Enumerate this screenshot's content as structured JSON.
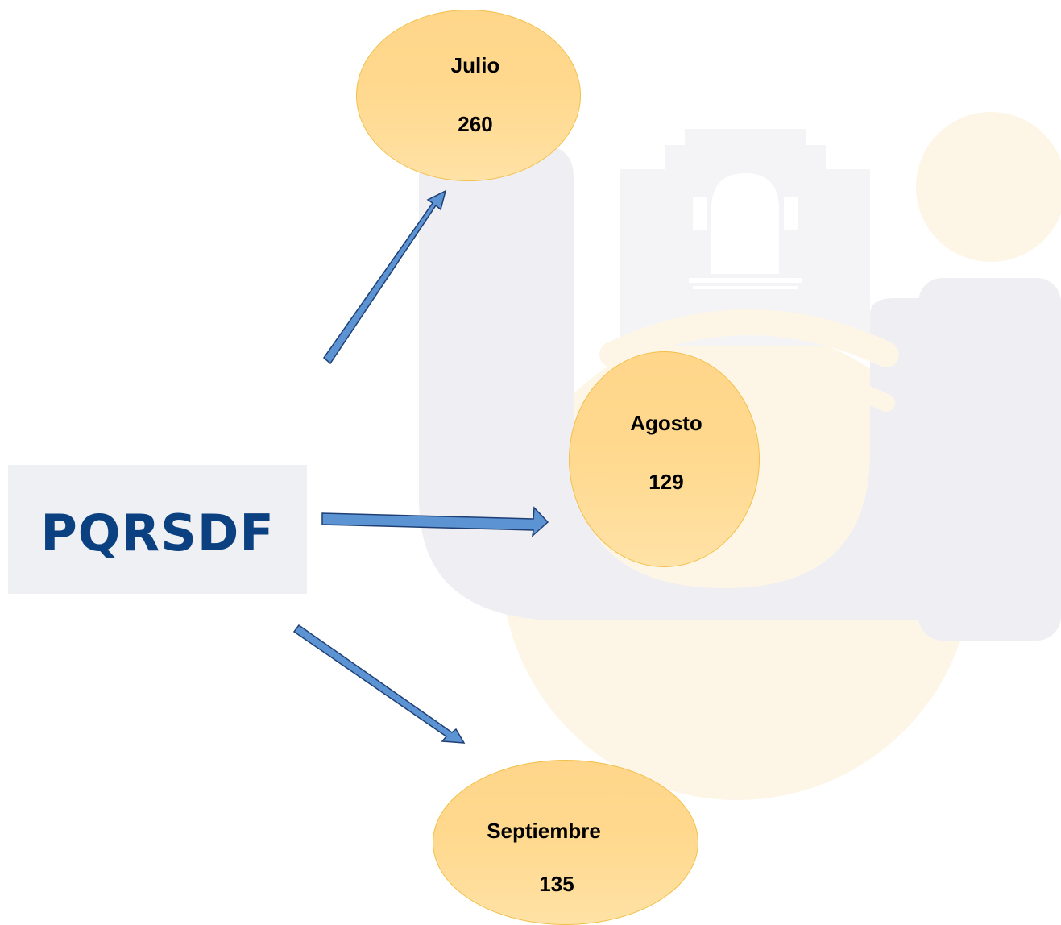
{
  "logo": {
    "text": "PQRSDF"
  },
  "months": [
    {
      "name": "Julio",
      "value": "260"
    },
    {
      "name": "Agosto",
      "value": "129"
    },
    {
      "name": "Septiembre",
      "value": "135"
    }
  ],
  "colors": {
    "logo_text": "#0b4180",
    "logo_background": "#eef0f3",
    "bubble_fill": "#ffd98f",
    "bubble_border": "#f2c04a",
    "arrow_fill": "#5b93d3",
    "arrow_stroke": "#1f3f74",
    "watermark_gray": "#efeef3",
    "watermark_cream": "#fdf6e7"
  }
}
